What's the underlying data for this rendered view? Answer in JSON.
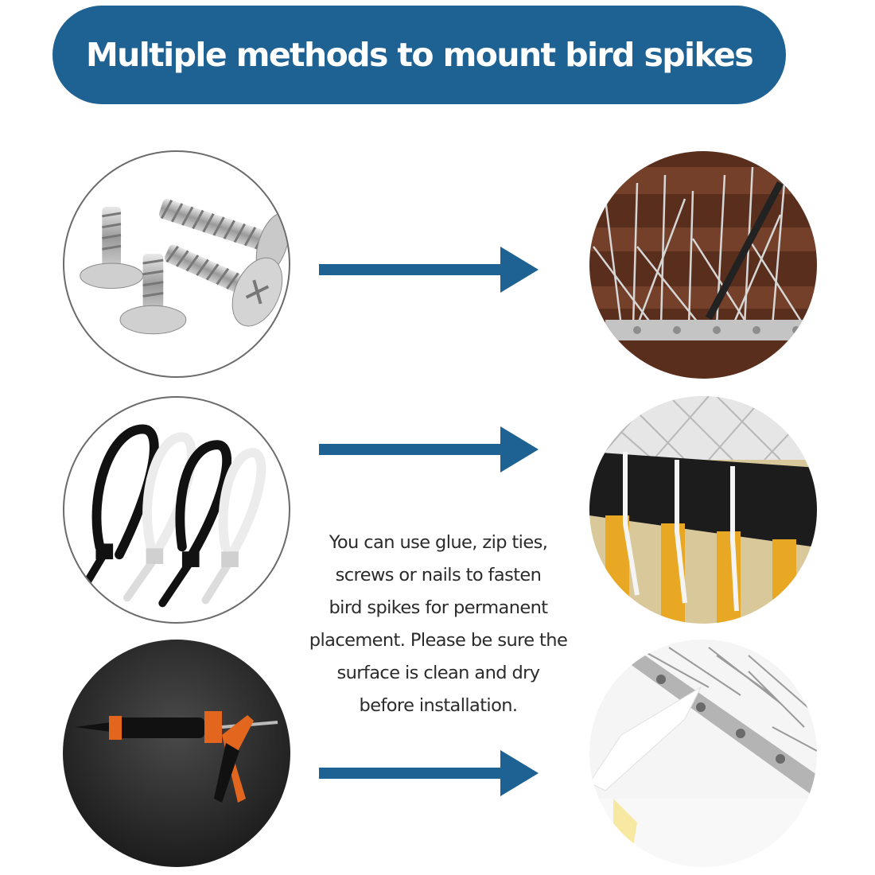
{
  "banner": {
    "title": "Multiple methods to mount bird spikes",
    "color": "#1e6193"
  },
  "description": {
    "lines": [
      "You can use glue, zip ties,",
      "screws or nails to fasten",
      "bird spikes for permanent",
      "placement. Please be sure the",
      "surface is clean and dry",
      "before installation."
    ]
  },
  "methods": [
    {
      "tool": "screws-photo",
      "result": "spikes-on-wood-photo"
    },
    {
      "tool": "zip-ties-photo",
      "result": "spikes-zip-tied-photo"
    },
    {
      "tool": "glue-gun-photo",
      "result": "spikes-glued-photo"
    }
  ],
  "colors": {
    "arrow": "#1e6193",
    "background": "#ffffff"
  }
}
